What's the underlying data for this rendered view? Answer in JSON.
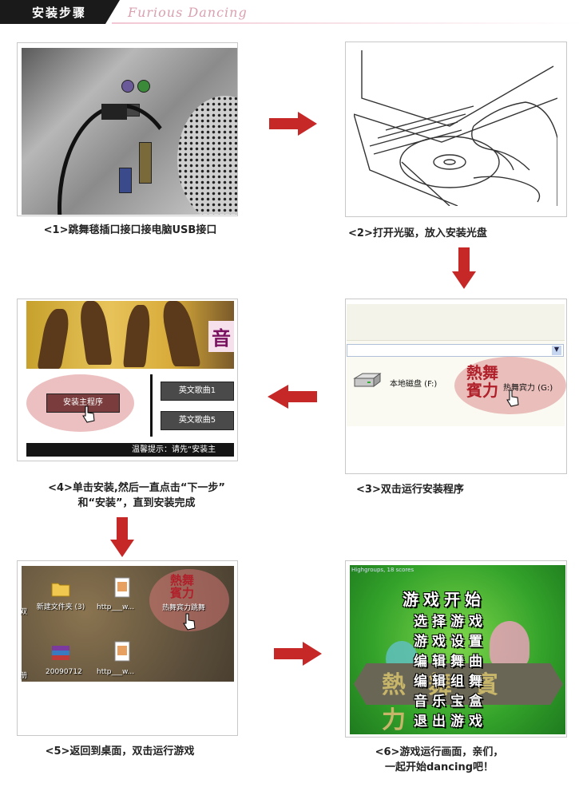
{
  "header": {
    "title": "安装步骤",
    "script": "Furious Dancing"
  },
  "steps": {
    "s1": {
      "caption": "<1>跳舞毯插口接口接电脑USB接口"
    },
    "s2": {
      "caption": "<2>打开光驱，放入安装光盘"
    },
    "s3": {
      "caption": "<3>双击运行安装程序",
      "drive_local": "本地磁盘 (F:)",
      "drive_game": "热舞宾力 (G:)",
      "logo": "熱舞\n賓力"
    },
    "s4": {
      "caption_line1": "<4>单击安装,然后一直点击“下一步”",
      "caption_line2": "和“安装”，直到安装完成",
      "install_button": "安装主程序",
      "song_button_1": "英文歌曲1",
      "song_button_2": "英文歌曲5",
      "tip": "温馨提示：请先“安装主",
      "banner_fragment": "音"
    },
    "s5": {
      "caption": "<5>返回到桌面，双击运行游戏",
      "icons": [
        {
          "label": "新建文件夹 (3)"
        },
        {
          "label": "http___w..."
        },
        {
          "label": "热舞宾力跳舞"
        },
        {
          "label": "20090712"
        },
        {
          "label": "http___w..."
        }
      ],
      "edge_char_1": "双",
      "edge_char_2": "册"
    },
    "s6": {
      "caption_line1": "<6>游戏运行画面，亲们，",
      "caption_line2": "一起开始dancing吧！",
      "small_text": "Highgroups, 18 scores",
      "menu": [
        "游戏开始",
        "选择游戏",
        "游戏设置",
        "编辑舞曲",
        "编辑组舞",
        "音乐宝盒",
        "退出游戏"
      ],
      "banner": "熱舞賓力"
    }
  },
  "colors": {
    "arrow": "#c62828",
    "frame": "#c8c8c8",
    "header_bg": "#1a1a1a",
    "script": "#d9a0b0"
  }
}
